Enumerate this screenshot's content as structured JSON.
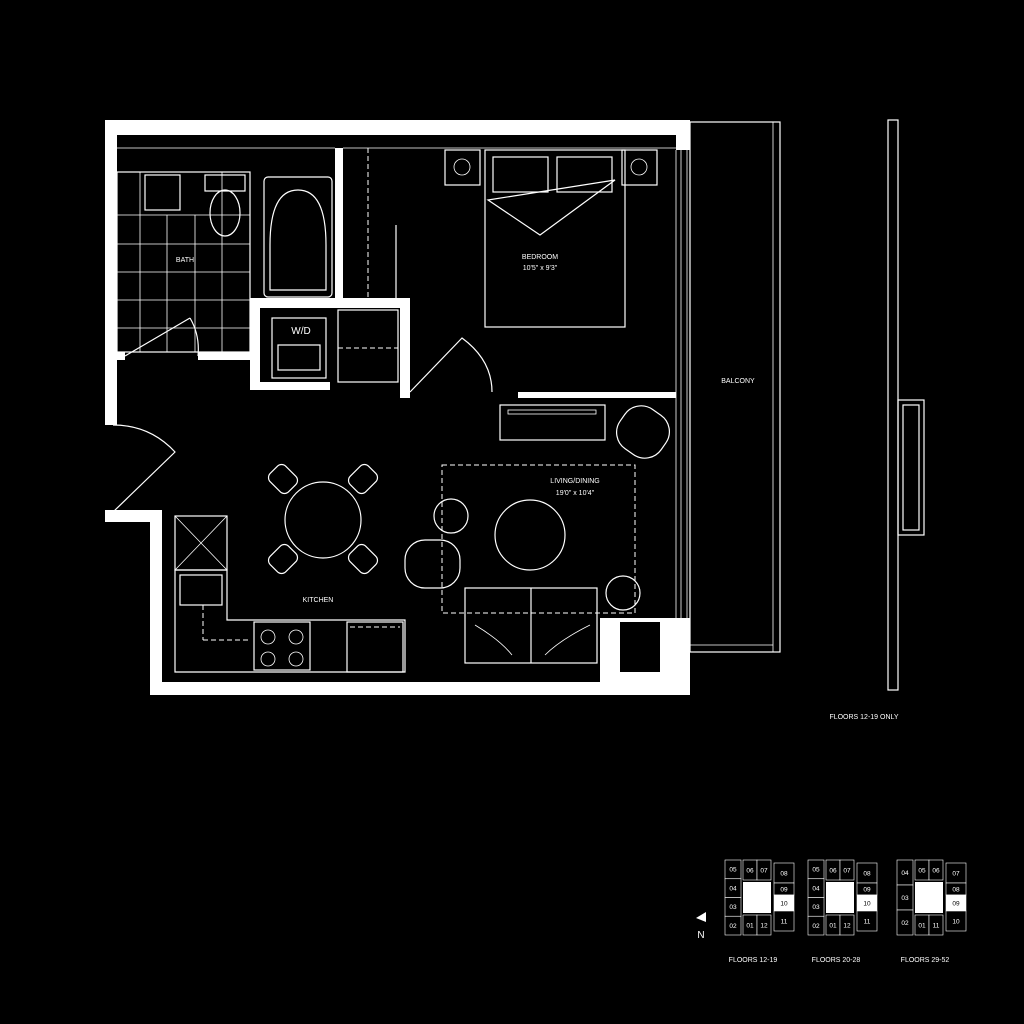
{
  "rooms": {
    "bath": "BATH",
    "wd": "W/D",
    "bedroom": {
      "name": "BEDROOM",
      "size": "10'5\" x 9'3\""
    },
    "balcony": "BALCONY",
    "living": {
      "name": "LIVING/DINING",
      "size": "19'0\" x 10'4\""
    },
    "kitchen": "KITCHEN"
  },
  "balcony_note": "FLOORS 12-19 ONLY",
  "north_label": "N",
  "keyplans": [
    {
      "label": "FLOORS 12-19",
      "left": [
        "05",
        "04",
        "03",
        "02"
      ],
      "top": [
        "06",
        "07"
      ],
      "bottom": [
        "01",
        "12"
      ],
      "right": [
        "08",
        "09",
        "10",
        "11"
      ],
      "highlight": "10"
    },
    {
      "label": "FLOORS 20-28",
      "left": [
        "05",
        "04",
        "03",
        "02"
      ],
      "top": [
        "06",
        "07"
      ],
      "bottom": [
        "01",
        "12"
      ],
      "right": [
        "08",
        "09",
        "10",
        "11"
      ],
      "highlight": "10"
    },
    {
      "label": "FLOORS 29-52",
      "left": [
        "04",
        "03",
        "02"
      ],
      "top": [
        "05",
        "06"
      ],
      "bottom": [
        "01",
        "11"
      ],
      "right": [
        "07",
        "08",
        "09",
        "10"
      ],
      "highlight": "09"
    }
  ]
}
